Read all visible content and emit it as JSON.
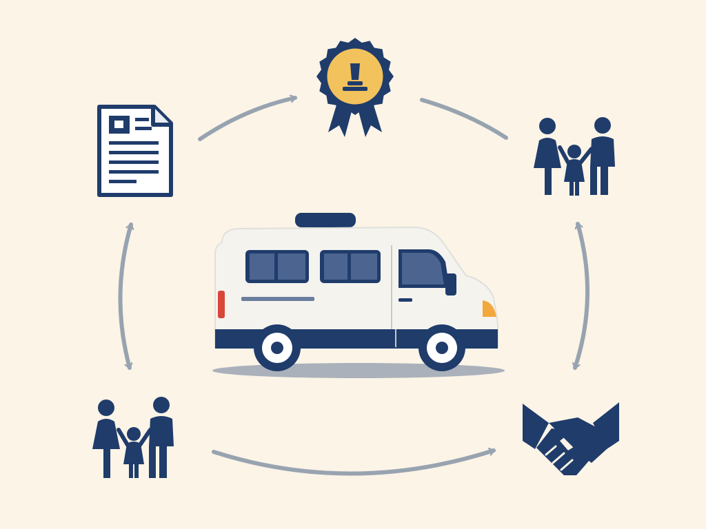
{
  "colors": {
    "background": "#fbf4e7",
    "navy": "#1f3c6b",
    "arrow_gray": "#98a3b0",
    "gold": "#f2c25d",
    "van_body": "#f4f3ee",
    "van_window": "#4b6590",
    "van_shadow": "#aab1ba",
    "taillight": "#d7473a",
    "headlight": "#f3a83b"
  },
  "nodes": [
    {
      "id": "document",
      "icon": "document-icon"
    },
    {
      "id": "award",
      "icon": "award-ribbon-icon"
    },
    {
      "id": "family_right",
      "icon": "family-icon"
    },
    {
      "id": "handshake",
      "icon": "handshake-icon"
    },
    {
      "id": "family_left",
      "icon": "family-icon"
    }
  ],
  "center": {
    "icon": "van-icon"
  },
  "arrows": [
    {
      "from": "document",
      "to": "award",
      "style": "single"
    },
    {
      "from": "award",
      "to": "family_right",
      "style": "line"
    },
    {
      "from": "family_right",
      "to": "handshake",
      "style": "double"
    },
    {
      "from": "family_left",
      "to": "handshake",
      "style": "single"
    },
    {
      "from": "document",
      "to": "family_left",
      "style": "double"
    }
  ]
}
